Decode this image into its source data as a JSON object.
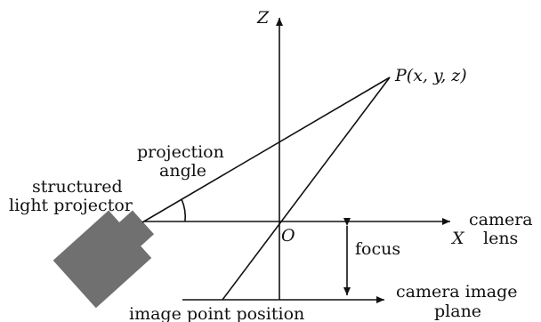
{
  "axes": {
    "z_label": "Z",
    "x_label": "X",
    "origin_label": "O"
  },
  "point": {
    "label": "P(x, y, z)"
  },
  "labels": {
    "projection_angle_line1": "projection",
    "projection_angle_line2": "angle",
    "projector_line1": "structured",
    "projector_line2": "light projector",
    "camera_lens_line1": "camera",
    "camera_lens_line2": "lens",
    "focus": "focus",
    "image_plane_line1": "camera image",
    "image_plane_line2": "plane",
    "image_point": "image point position"
  },
  "colors": {
    "projector_body": "#707070",
    "line": "#111111"
  }
}
